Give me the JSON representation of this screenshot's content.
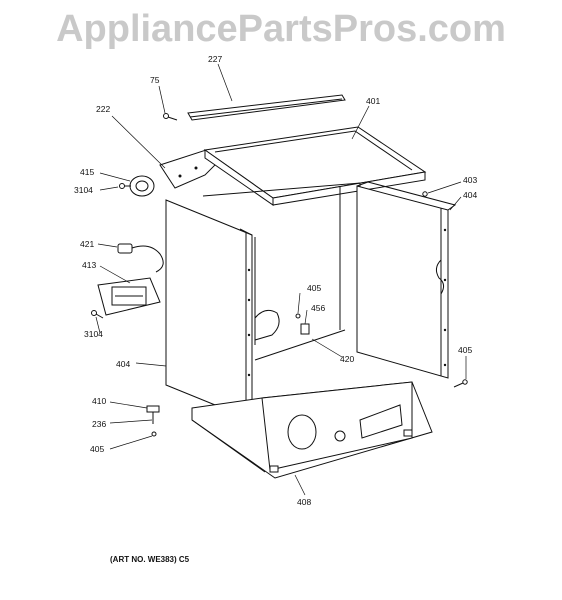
{
  "watermark": "AppliancePartsPros.com",
  "art_number": "(ART NO. WE383) C5",
  "callouts": {
    "c227": "227",
    "c75": "75",
    "c401": "401",
    "c222": "222",
    "c415": "415",
    "c3104a": "3104",
    "c403": "403",
    "c404a": "404",
    "c421": "421",
    "c413": "413",
    "c405a": "405",
    "c456": "456",
    "c3104b": "3104",
    "c405b": "405",
    "c420": "420",
    "c404b": "404",
    "c410": "410",
    "c236": "236",
    "c405c": "405",
    "c408": "408"
  }
}
